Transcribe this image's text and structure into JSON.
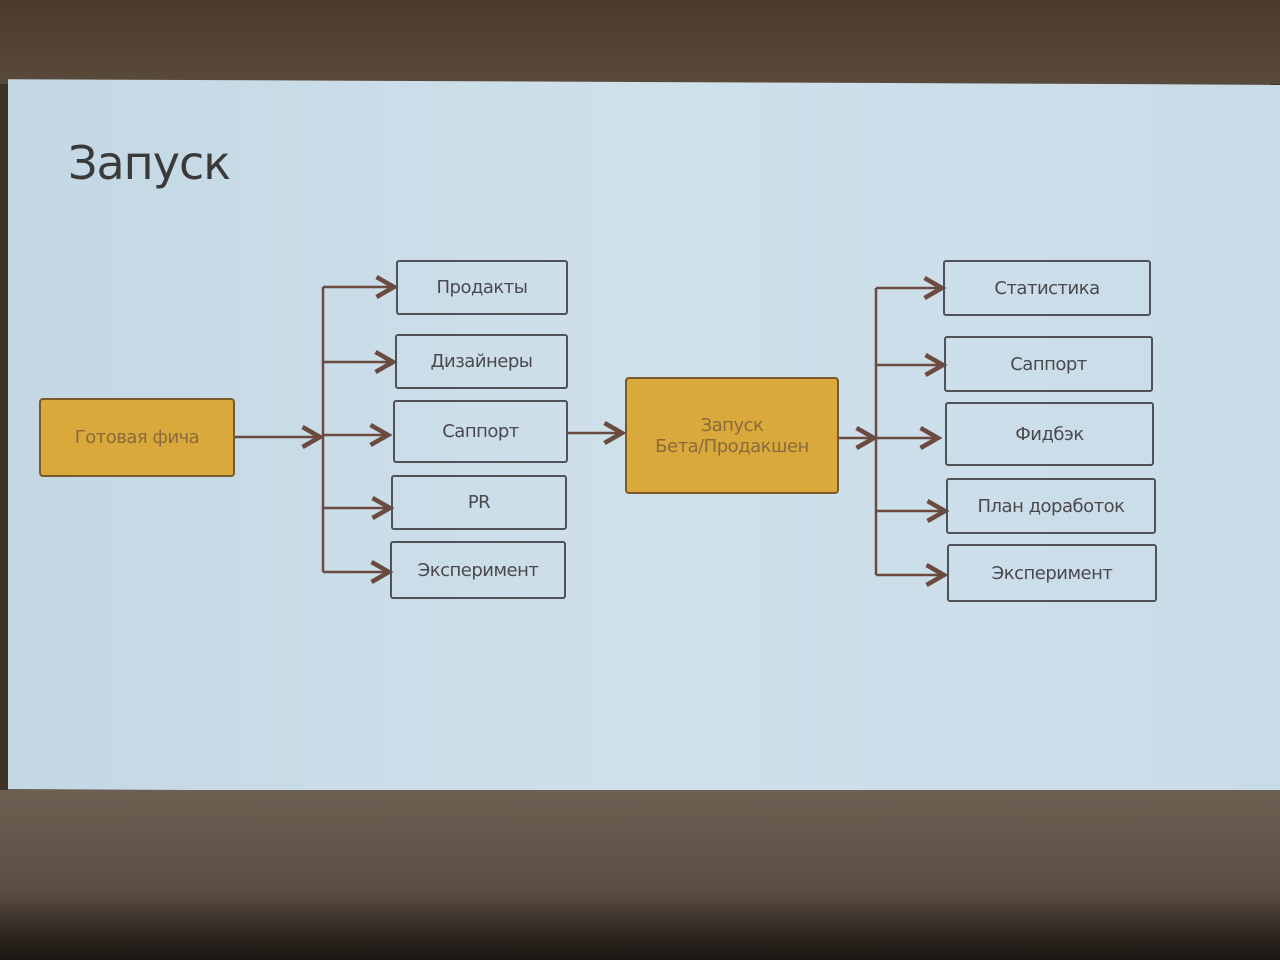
{
  "slide": {
    "title": "Запуск",
    "source": "Готовая фича",
    "center": {
      "line1": "Запуск",
      "line2": "Бета/Продакшен"
    },
    "left_targets": [
      "Продакты",
      "Дизайнеры",
      "Саппорт",
      "PR",
      "Эксперимент"
    ],
    "right_targets": [
      "Статистика",
      "Саппорт",
      "Фидбэк",
      "План доработок",
      "Эксперимент"
    ],
    "colors": {
      "slide_bg": "#c8dce8",
      "accent_box": "#d9aa3b",
      "arrow": "#6b4a40",
      "box_border": "#4f5358"
    }
  }
}
